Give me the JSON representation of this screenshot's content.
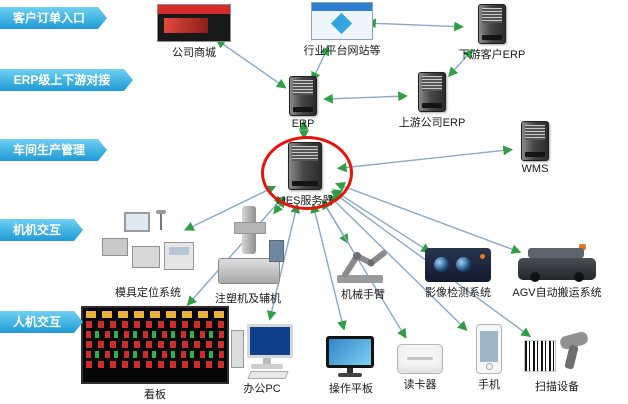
{
  "ribbons": [
    {
      "label": "客户订单入口"
    },
    {
      "label": "ERP级上下游对接"
    },
    {
      "label": "车间生产管理"
    },
    {
      "label": "机机交互"
    },
    {
      "label": "人机交互"
    }
  ],
  "nodes": {
    "company_mall": {
      "label": "公司商城"
    },
    "industry_platform": {
      "label": "行业平台网站等"
    },
    "downstream_erp": {
      "label": "下游客户ERP"
    },
    "erp": {
      "label": "ERP"
    },
    "upstream_erp": {
      "label": "上游公司ERP"
    },
    "wms": {
      "label": "WMS"
    },
    "mes": {
      "label": "MES服务器"
    },
    "mold_positioning": {
      "label": "模具定位系统"
    },
    "injection_machine": {
      "label": "注塑机及辅机"
    },
    "robot_arm": {
      "label": "机械手臂"
    },
    "vision_inspection": {
      "label": "影像检测系统"
    },
    "agv": {
      "label": "AGV自动搬运系统"
    },
    "kanban": {
      "label": "看板"
    },
    "office_pc": {
      "label": "办公PC"
    },
    "tablet": {
      "label": "操作平板"
    },
    "card_reader": {
      "label": "读卡器"
    },
    "phone": {
      "label": "手机"
    },
    "scanner": {
      "label": "扫描设备"
    }
  },
  "edges": [
    {
      "from": "erp",
      "to": "company_mall"
    },
    {
      "from": "erp",
      "to": "industry_platform"
    },
    {
      "from": "industry_platform",
      "to": "downstream_erp"
    },
    {
      "from": "erp",
      "to": "upstream_erp"
    },
    {
      "from": "upstream_erp",
      "to": "downstream_erp"
    },
    {
      "from": "mes",
      "to": "erp"
    },
    {
      "from": "mes",
      "to": "wms"
    },
    {
      "from": "mes",
      "to": "mold_positioning"
    },
    {
      "from": "mes",
      "to": "injection_machine"
    },
    {
      "from": "mes",
      "to": "robot_arm"
    },
    {
      "from": "mes",
      "to": "vision_inspection"
    },
    {
      "from": "mes",
      "to": "agv"
    },
    {
      "from": "mes",
      "to": "kanban"
    },
    {
      "from": "mes",
      "to": "office_pc"
    },
    {
      "from": "mes",
      "to": "tablet"
    },
    {
      "from": "mes",
      "to": "card_reader"
    },
    {
      "from": "mes",
      "to": "phone"
    },
    {
      "from": "mes",
      "to": "scanner"
    }
  ],
  "colors": {
    "ribbon": "#1f9ad6",
    "highlight_circle": "#e8140c",
    "arrow_line": "#8aa8c8",
    "arrow_head": "#2f9e44"
  }
}
